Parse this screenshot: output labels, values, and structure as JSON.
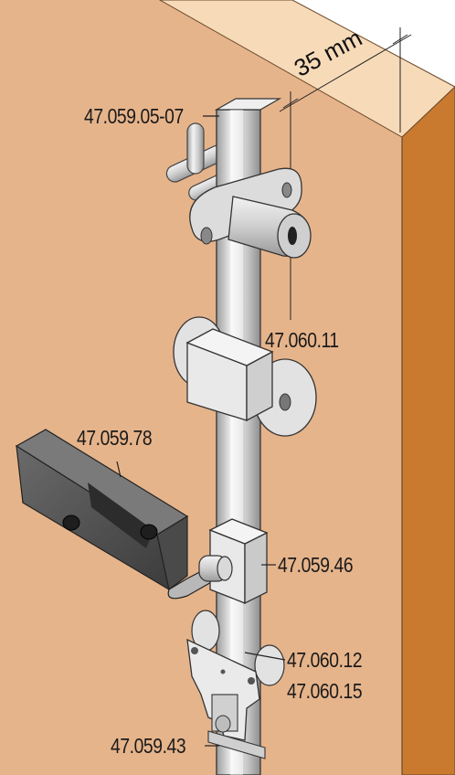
{
  "dimension": {
    "label": "35 mm"
  },
  "labels": {
    "top_bolt": "47.059.05-07",
    "cam_lock": "47.060.11",
    "lever": "47.059.78",
    "collar": "47.059.46",
    "guide_1": "47.060.12",
    "guide_2": "47.060.15",
    "bottom_clip": "47.059.43"
  },
  "colors": {
    "cabinet_side": "#e6b48b",
    "cabinet_top": "#f7dbb9",
    "cabinet_edge": "#c97a2f",
    "metal": "#d7d7d7",
    "lever": "#5a5a5a"
  }
}
